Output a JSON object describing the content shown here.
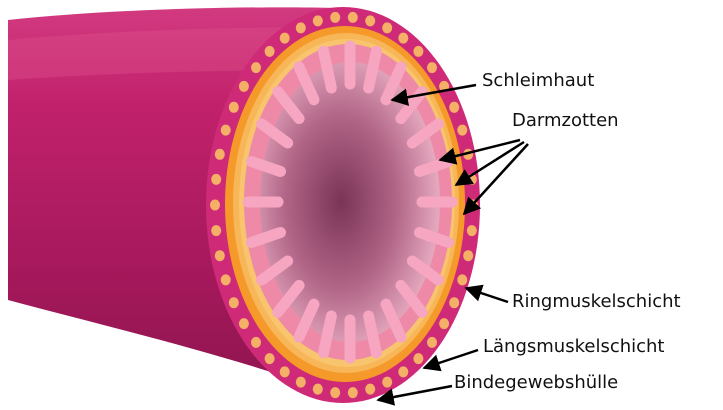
{
  "labels": {
    "schleimhaut": "Schleimhaut",
    "darmzotten": "Darmzotten",
    "ringmuskelschicht": "Ringmuskelschicht",
    "laengsmuskelschicht": "Längsmuskelschicht",
    "bindegewebshuelle": "Bindegewebshülle"
  },
  "colors": {
    "tube_outer": "#a8195e",
    "tube_mid": "#c8246f",
    "tube_highlight": "#e04b8c",
    "serosa": "#d42b7e",
    "dots": "#f4b066",
    "muscle_ring": "#f59a2a",
    "muscle_inner": "#f8c46e",
    "mucosa": "#f08aa8",
    "villi": "#f6a6c0",
    "lumen_center": "#7e3a5a",
    "lumen_edge": "#d99ab0",
    "arrow": "#000000"
  }
}
